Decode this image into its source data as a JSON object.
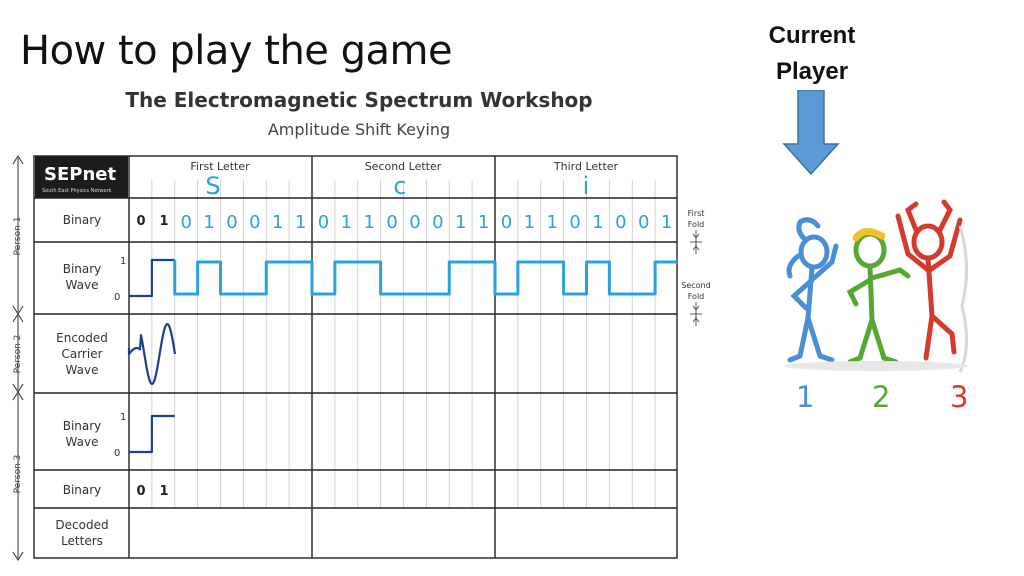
{
  "slide": {
    "title": "How to play the game",
    "current_player_line1": "Current",
    "current_player_line2": "Player"
  },
  "players": [
    {
      "label": "1",
      "color": "#4a8ed6"
    },
    {
      "label": "2",
      "color": "#56a832"
    },
    {
      "label": "3",
      "color": "#d63a2e"
    }
  ],
  "worksheet": {
    "title": "The Electromagnetic Spectrum Workshop",
    "subtitle": "Amplitude Shift Keying",
    "logo_text": "SEPnet",
    "logo_subtext": "South East Physics Network",
    "letter_headers": [
      "First Letter",
      "Second Letter",
      "Third Letter"
    ],
    "letters": [
      "S",
      "c",
      "i"
    ],
    "row_labels": {
      "binary": "Binary",
      "binary_wave_1": "Binary",
      "binary_wave_2": "Wave",
      "encoded_1": "Encoded",
      "encoded_2": "Carrier",
      "encoded_3": "Wave",
      "decoded_1": "Decoded",
      "decoded_2": "Letters"
    },
    "level_high": "1",
    "level_low": "0",
    "person_labels": [
      "Person 1",
      "Person 2",
      "Person 3"
    ],
    "fold_labels": {
      "first_1": "First",
      "first_2": "Fold",
      "second_1": "Second",
      "second_2": "Fold"
    },
    "bits_person1": [
      "0",
      "1",
      "0",
      "1",
      "0",
      "0",
      "1",
      "1",
      "0",
      "1",
      "1",
      "0",
      "0",
      "0",
      "1",
      "1",
      "0",
      "1",
      "1",
      "0",
      "1",
      "0",
      "0",
      "1"
    ],
    "bits_person3": [
      "0",
      "1"
    ],
    "handwriting_color": "#29a3d9",
    "carrier_color": "#1f3f8a"
  }
}
